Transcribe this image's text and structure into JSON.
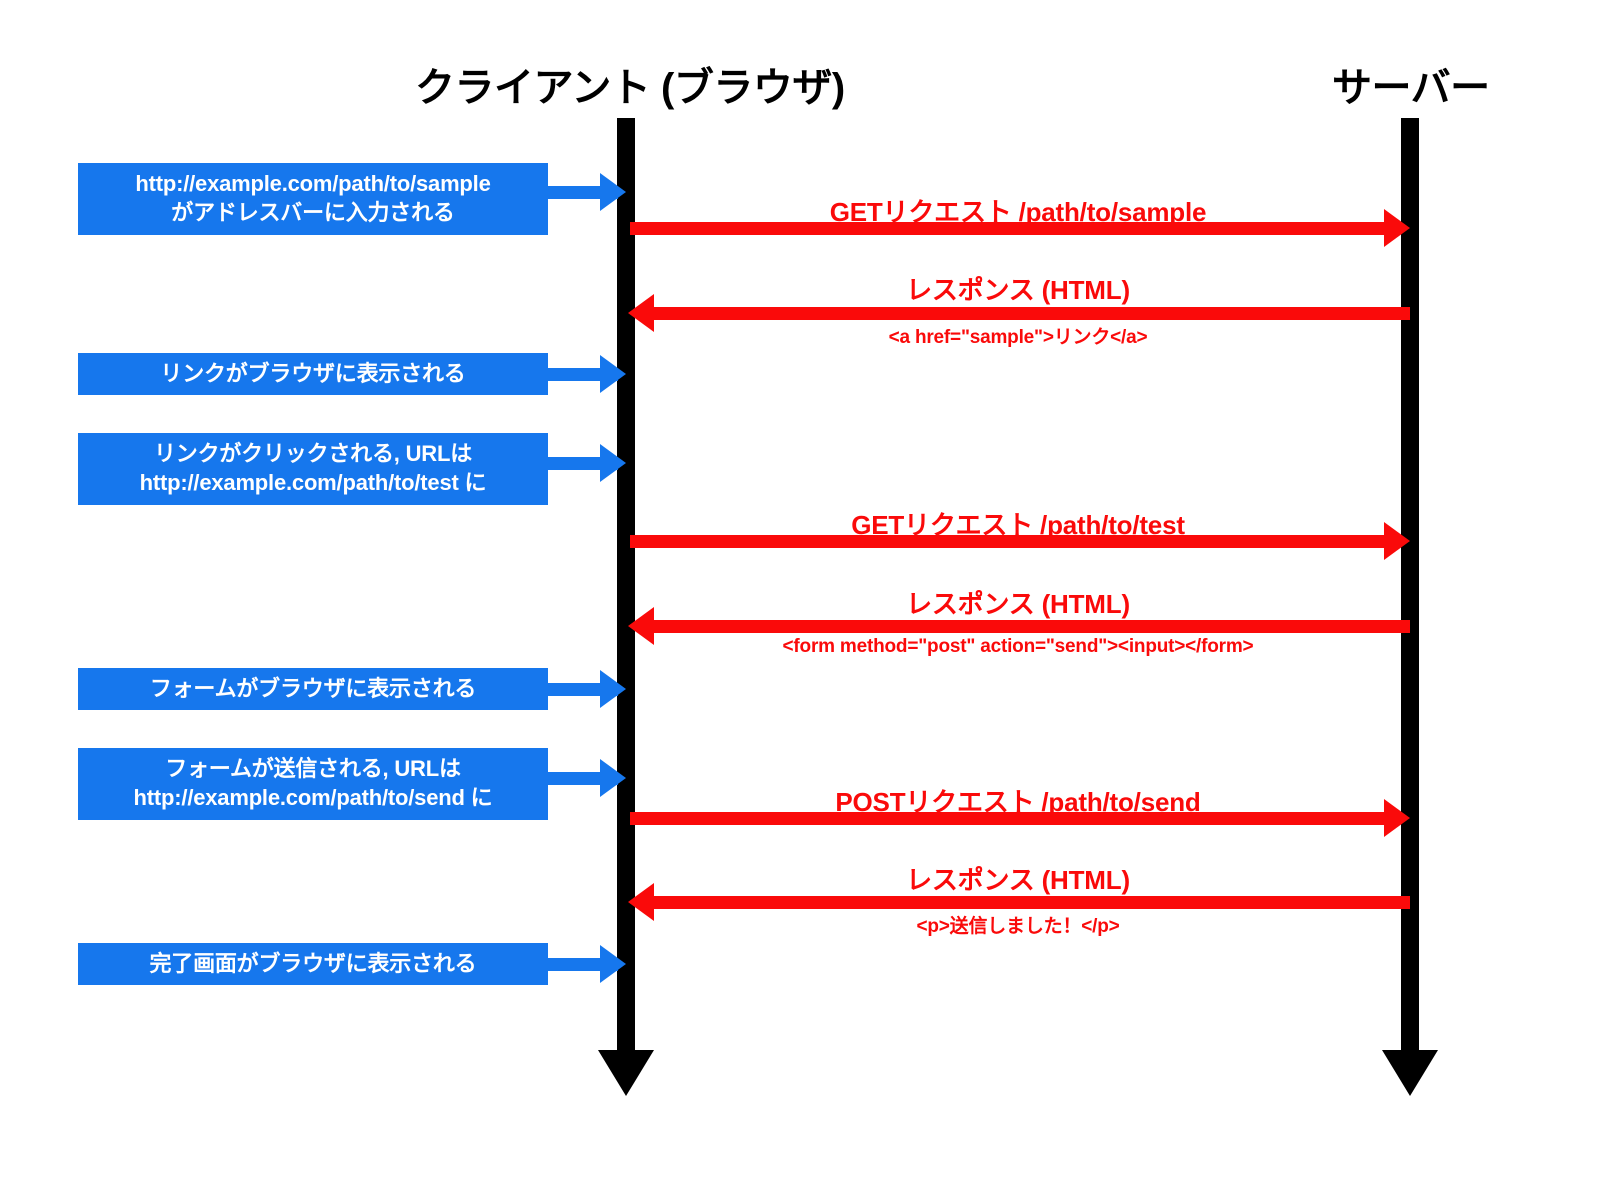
{
  "diagram": {
    "title_client": "クライアント (ブラウザ)",
    "title_server": "サーバー",
    "colors": {
      "client_note": "#1677ed",
      "message": "#fa0a0a",
      "lifeline": "#000000",
      "background": "#ffffff"
    }
  },
  "notes": [
    {
      "line1": "http://example.com/path/to/sample",
      "line2": "がアドレスバーに入力される"
    },
    {
      "line1": "リンクがブラウザに表示される",
      "line2": ""
    },
    {
      "line1": "リンクがクリックされる, URLは",
      "line2": "http://example.com/path/to/test に"
    },
    {
      "line1": "フォームがブラウザに表示される",
      "line2": ""
    },
    {
      "line1": "フォームが送信される, URLは",
      "line2": "http://example.com/path/to/send に"
    },
    {
      "line1": "完了画面がブラウザに表示される",
      "line2": ""
    }
  ],
  "messages": [
    {
      "label": "GETリクエスト /path/to/sample",
      "sublabel": "",
      "direction": "client-to-server"
    },
    {
      "label": "レスポンス (HTML)",
      "sublabel": "<a href=\"sample\">リンク</a>",
      "direction": "server-to-client"
    },
    {
      "label": "GETリクエスト /path/to/test",
      "sublabel": "",
      "direction": "client-to-server"
    },
    {
      "label": "レスポンス (HTML)",
      "sublabel": "<form method=\"post\" action=\"send\"><input></form>",
      "direction": "server-to-client"
    },
    {
      "label": "POSTリクエスト /path/to/send",
      "sublabel": "",
      "direction": "client-to-server"
    },
    {
      "label": "レスポンス (HTML)",
      "sublabel": "<p>送信しました！</p>",
      "direction": "server-to-client"
    }
  ]
}
